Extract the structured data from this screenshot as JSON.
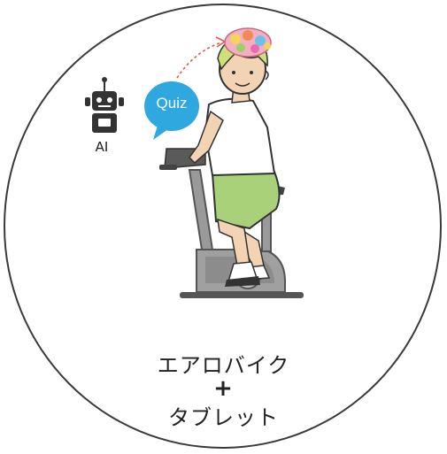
{
  "illustration": {
    "robot_label": "AI",
    "bubble_label": "Quiz",
    "caption_line1": "エアロバイク",
    "caption_plus": "+",
    "caption_line2": "タブレット"
  },
  "colors": {
    "outline": "#3a3a3a",
    "bubble": "#2fa8e0",
    "robot": "#333333",
    "shorts": "#a8d17a",
    "bike": "#9a9a9a",
    "skin": "#f2d3b3",
    "hair": "#cfe07a",
    "arrow": "#e0584f"
  },
  "icons": [
    "robot-icon",
    "speech-bubble-icon",
    "brain-icon",
    "dotted-arrow-icon",
    "exercise-bike-icon"
  ]
}
